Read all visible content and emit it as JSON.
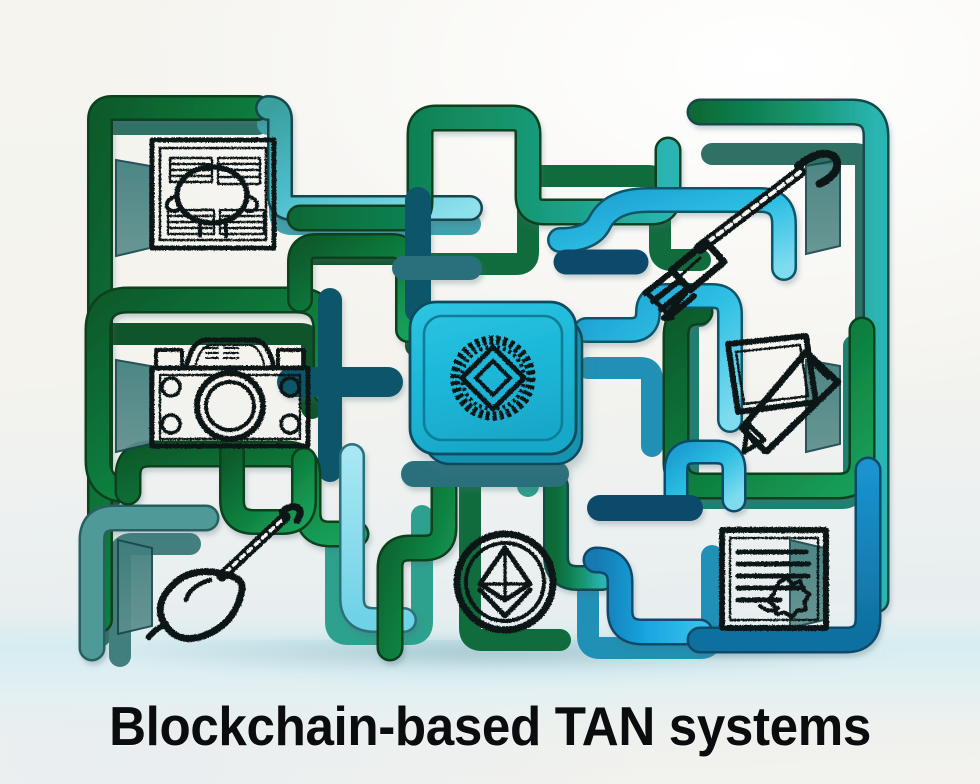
{
  "image": {
    "title": "Blockchain-based TAN systems",
    "subject": "Isometric 3D circuit-board diagram of a blockchain-based Technology Art Network (TAN) system",
    "style": "3d-extruded-circuit-traces-with-hand-sketched-icons"
  },
  "palette": {
    "background_light": "#f5f4ef",
    "background_cool": "#e8eeef",
    "floor_glow": "#d0ecf2",
    "trace_dark_green": "#0e5c2c",
    "trace_green": "#0f8a46",
    "trace_teal": "#1a8f7e",
    "trace_teal_light": "#5cc0c2",
    "trace_cyan": "#23b9dd",
    "trace_cyan_light": "#8fe1ee",
    "trace_blue": "#1aa3e0",
    "trace_blue_deep": "#1479ad",
    "node_fill_cyan": "#1bb7d8",
    "outline": "#103a43",
    "sketch_ink": "#141414",
    "title_color": "#0b0c0d"
  },
  "center_node": {
    "name": "blockchain-core-node",
    "icon": "blockchain-diamond-emblem-icon",
    "fill": "#1bb7d8"
  },
  "nodes": [
    {
      "id": "node-top-left",
      "name": "artwork-registry-node",
      "icon": "artwork-layout-frame-icon",
      "trace_color": "#0e5c2c",
      "position": "top-left"
    },
    {
      "id": "node-top-right",
      "name": "paintbrush-node",
      "icon": "paintbrush-icon",
      "trace_color": "#1a8f7e",
      "position": "top-right"
    },
    {
      "id": "node-mid-left",
      "name": "camera-capture-node",
      "icon": "camera-icon",
      "trace_color": "#0f8a46",
      "position": "middle-left"
    },
    {
      "id": "node-mid-right",
      "name": "canvas-pencil-node",
      "icon": "canvas-and-pencil-icon",
      "trace_color": "#23b9dd",
      "position": "middle-right"
    },
    {
      "id": "node-bottom-left",
      "name": "calligraphy-brush-node",
      "icon": "brush-pen-leaf-tip-icon",
      "trace_color": "#1a8f7e",
      "position": "bottom-left"
    },
    {
      "id": "node-bottom-center",
      "name": "ethereum-token-node",
      "icon": "ethereum-coin-icon",
      "trace_color": "#0f8a46",
      "position": "bottom-center"
    },
    {
      "id": "node-bottom-right",
      "name": "smart-contract-node",
      "icon": "certificate-document-seal-icon",
      "trace_color": "#1479ad",
      "position": "bottom-right"
    }
  ],
  "traces": {
    "count": 14,
    "description": "Thick rounded extruded circuit paths linking every node to the central blockchain core"
  }
}
